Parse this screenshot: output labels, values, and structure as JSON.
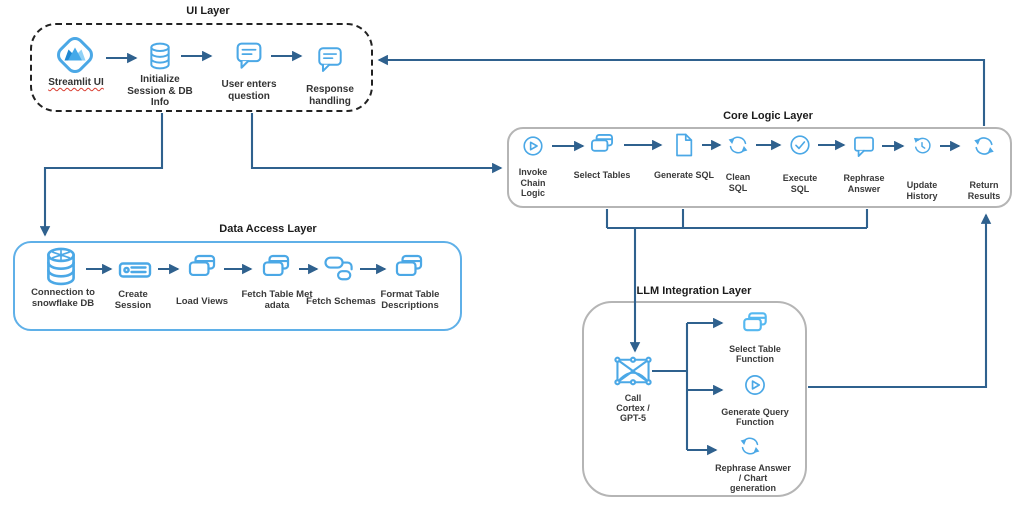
{
  "colors": {
    "icon_blue": "#4BA8E6",
    "arrow_blue": "#2F618E",
    "data_layer_border": "#5FB0E8",
    "gray_layer_border": "#B5B5B5",
    "ui_layer_border": "#222222",
    "streamlit_dark": "#1E88D2",
    "streamlit_light": "#8FD1F6"
  },
  "layers": {
    "ui": {
      "title": "UI Layer",
      "items": [
        {
          "label": "Streamlit UI",
          "icon": "streamlit-logo-icon"
        },
        {
          "label": "Initialize\nSession & DB\nInfo",
          "icon": "database-icon"
        },
        {
          "label": "User enters\nquestion",
          "icon": "chat-bubble-icon"
        },
        {
          "label": "Response\nhandling",
          "icon": "chat-bubble-icon"
        }
      ]
    },
    "core": {
      "title": "Core Logic Layer",
      "items": [
        {
          "label": "Invoke\nChain\nLogic",
          "icon": "play-circle-icon"
        },
        {
          "label": "Select Tables",
          "icon": "stacked-cards-icon"
        },
        {
          "label": "Generate SQL",
          "icon": "document-icon"
        },
        {
          "label": "Clean\nSQL",
          "icon": "sync-icon"
        },
        {
          "label": "Execute\nSQL",
          "icon": "check-circle-icon"
        },
        {
          "label": "Rephrase\nAnswer",
          "icon": "speech-bubble-icon"
        },
        {
          "label": "Update\nHistory",
          "icon": "history-icon"
        },
        {
          "label": "Return\nResults",
          "icon": "sync-icon"
        }
      ]
    },
    "data": {
      "title": "Data Access Layer",
      "items": [
        {
          "label": "Connection to\nsnowflake DB",
          "icon": "snowflake-database-icon"
        },
        {
          "label": "Create\nSession",
          "icon": "session-bar-icon"
        },
        {
          "label": "Load Views",
          "icon": "stacked-cards-icon"
        },
        {
          "label": "Fetch Table Met\nadata",
          "icon": "stacked-cards-icon"
        },
        {
          "label": "Fetch Schemas",
          "icon": "schema-icon"
        },
        {
          "label": "Format Table\nDescriptions",
          "icon": "stacked-cards-icon"
        }
      ]
    },
    "llm": {
      "title": "LLM Integration Layer",
      "items": [
        {
          "label": "Call\nCortex /\nGPT-5",
          "icon": "network-graph-icon"
        },
        {
          "label": "Select Table\nFunction",
          "icon": "stacked-cards-icon"
        },
        {
          "label": "Generate Query\nFunction",
          "icon": "play-circle-icon"
        },
        {
          "label": "Rephrase Answer\n/ Chart\ngeneration",
          "icon": "sync-icon"
        }
      ]
    }
  }
}
